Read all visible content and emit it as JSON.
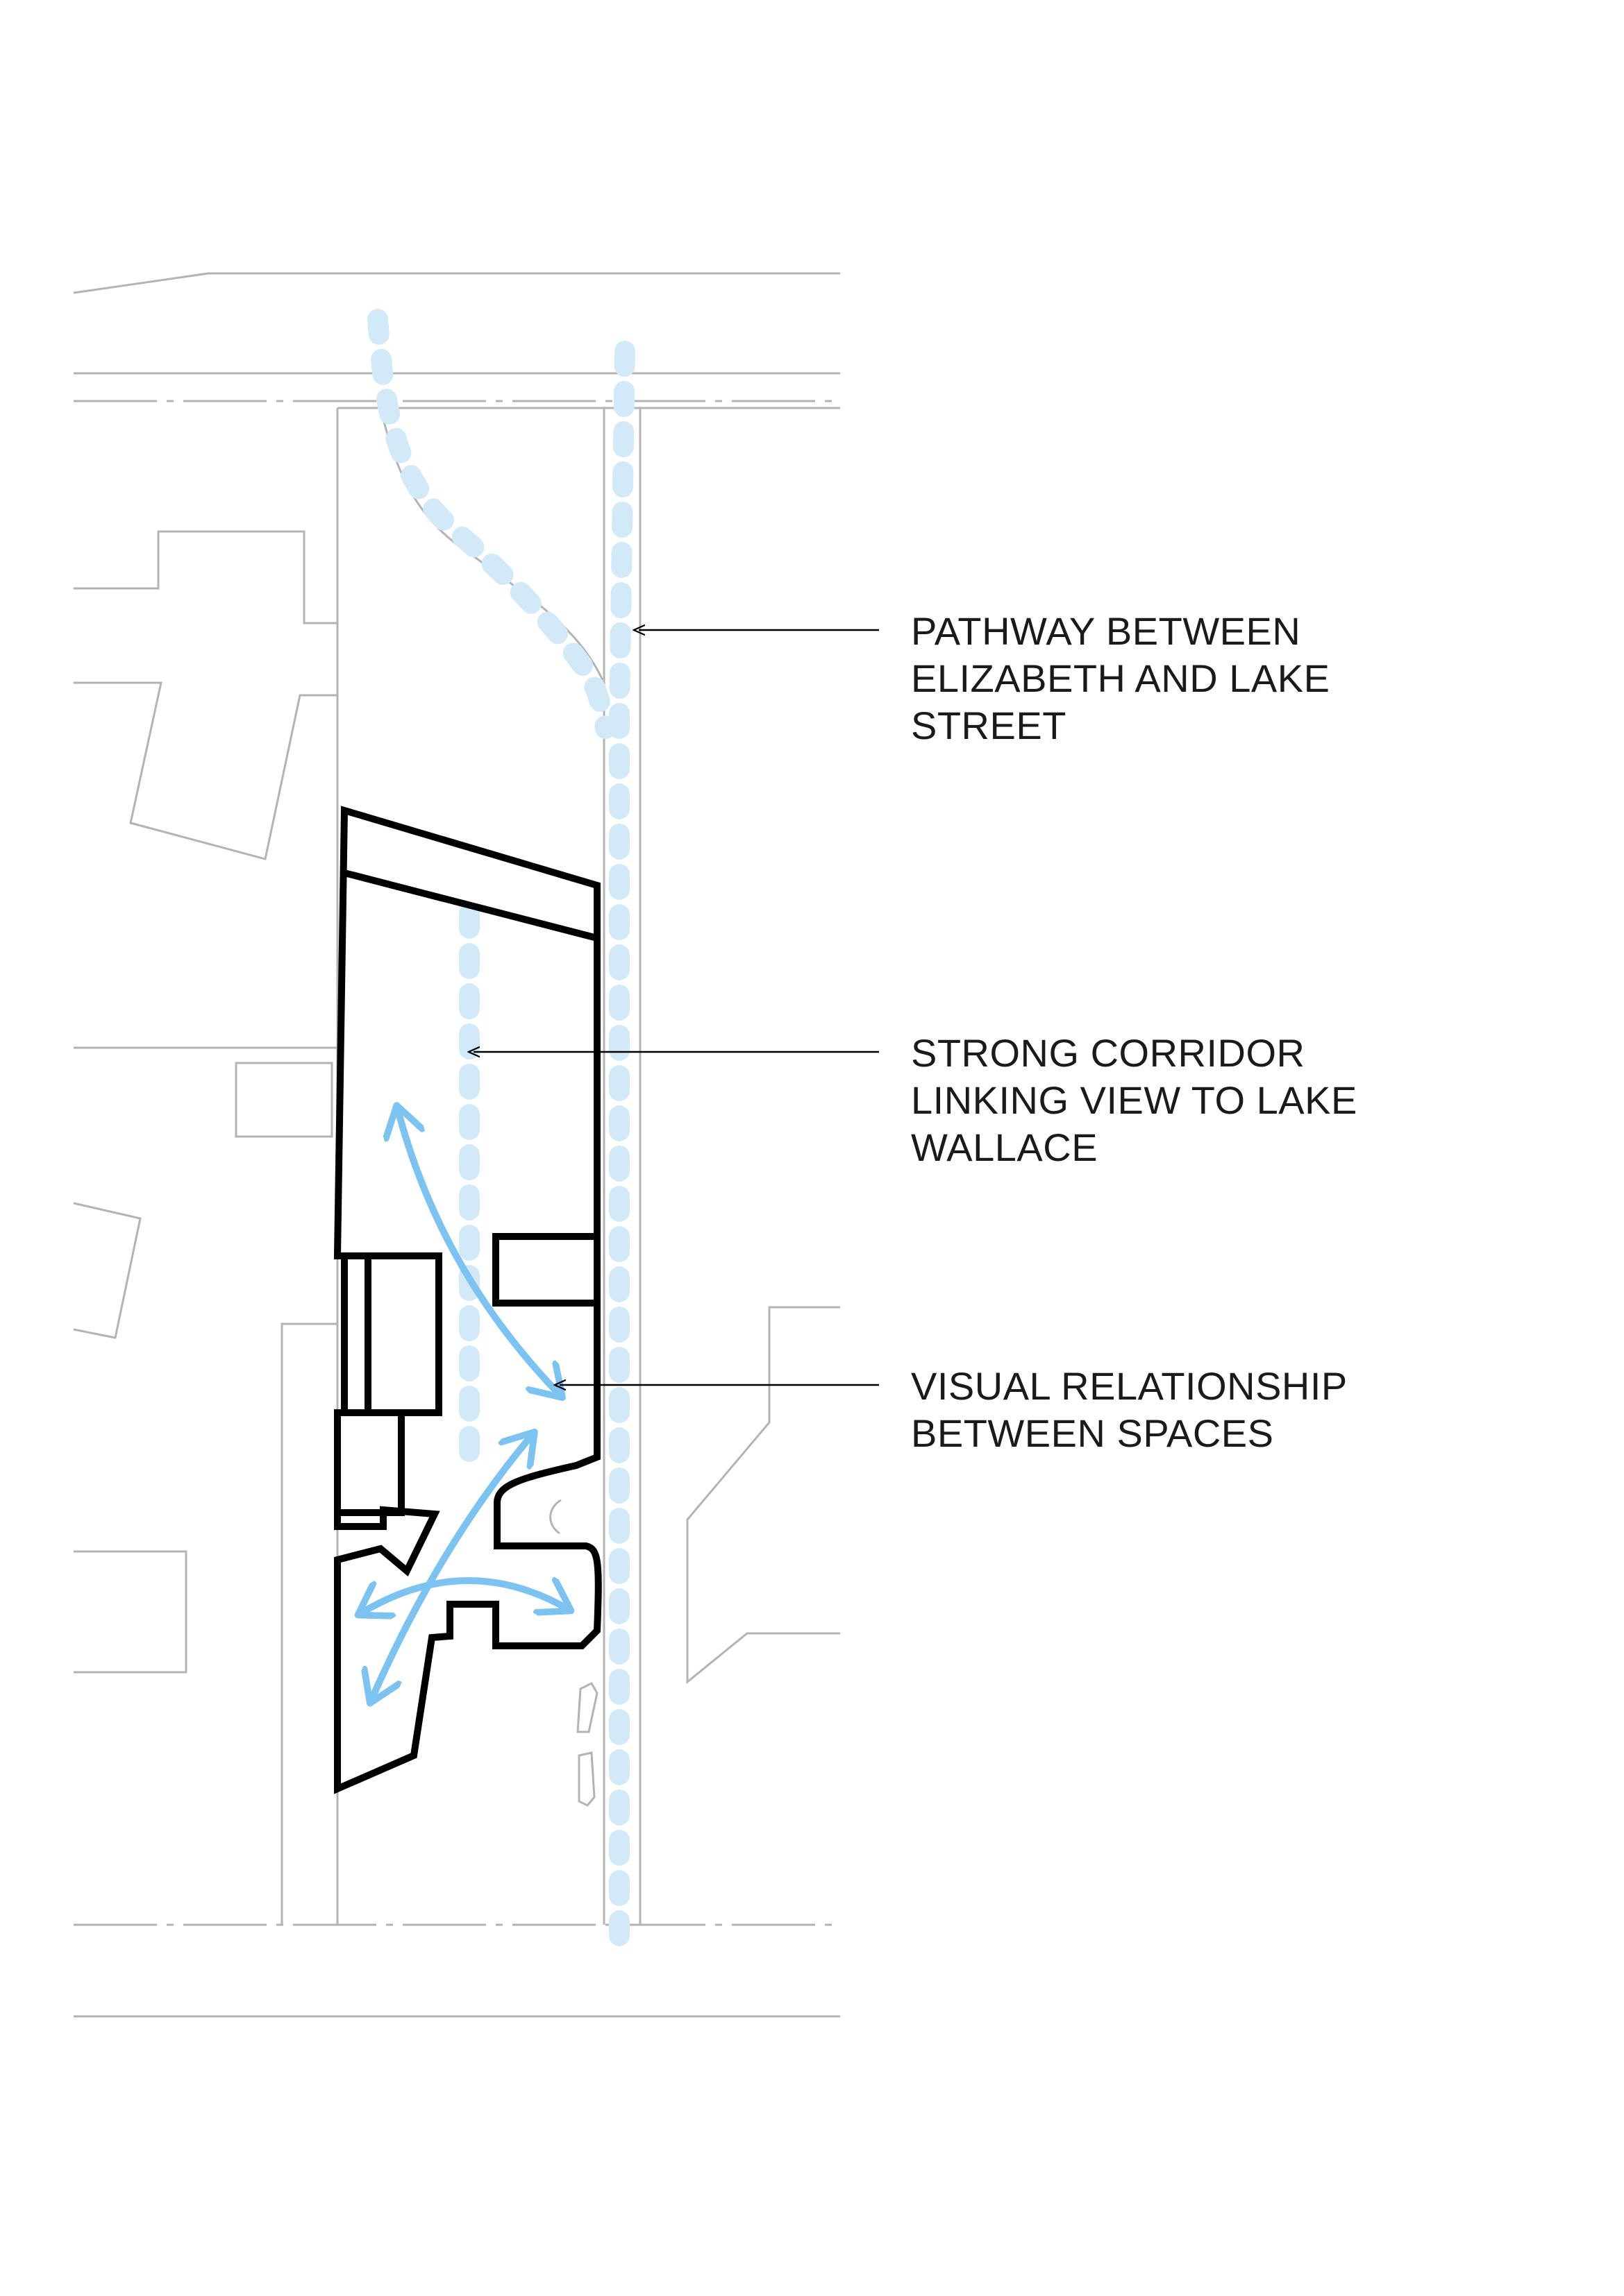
{
  "colors": {
    "context_lines": "#b3b3b3",
    "building_outline": "#000000",
    "pathway_dots": "#d2e9f8",
    "view_arrows": "#7cc3f1",
    "leader_lines": "#000000",
    "text": "#1a1a1a"
  },
  "annotations": {
    "pathway": {
      "line1": "PATHWAY BETWEEN",
      "line2": "ELIZABETH AND LAKE",
      "line3": "STREET"
    },
    "corridor": {
      "line1": "STRONG CORRIDOR",
      "line2": "LINKING VIEW TO LAKE",
      "line3": "WALLACE"
    },
    "visual": {
      "line1": "VISUAL RELATIONSHIP",
      "line2": "BETWEEN SPACES"
    }
  }
}
